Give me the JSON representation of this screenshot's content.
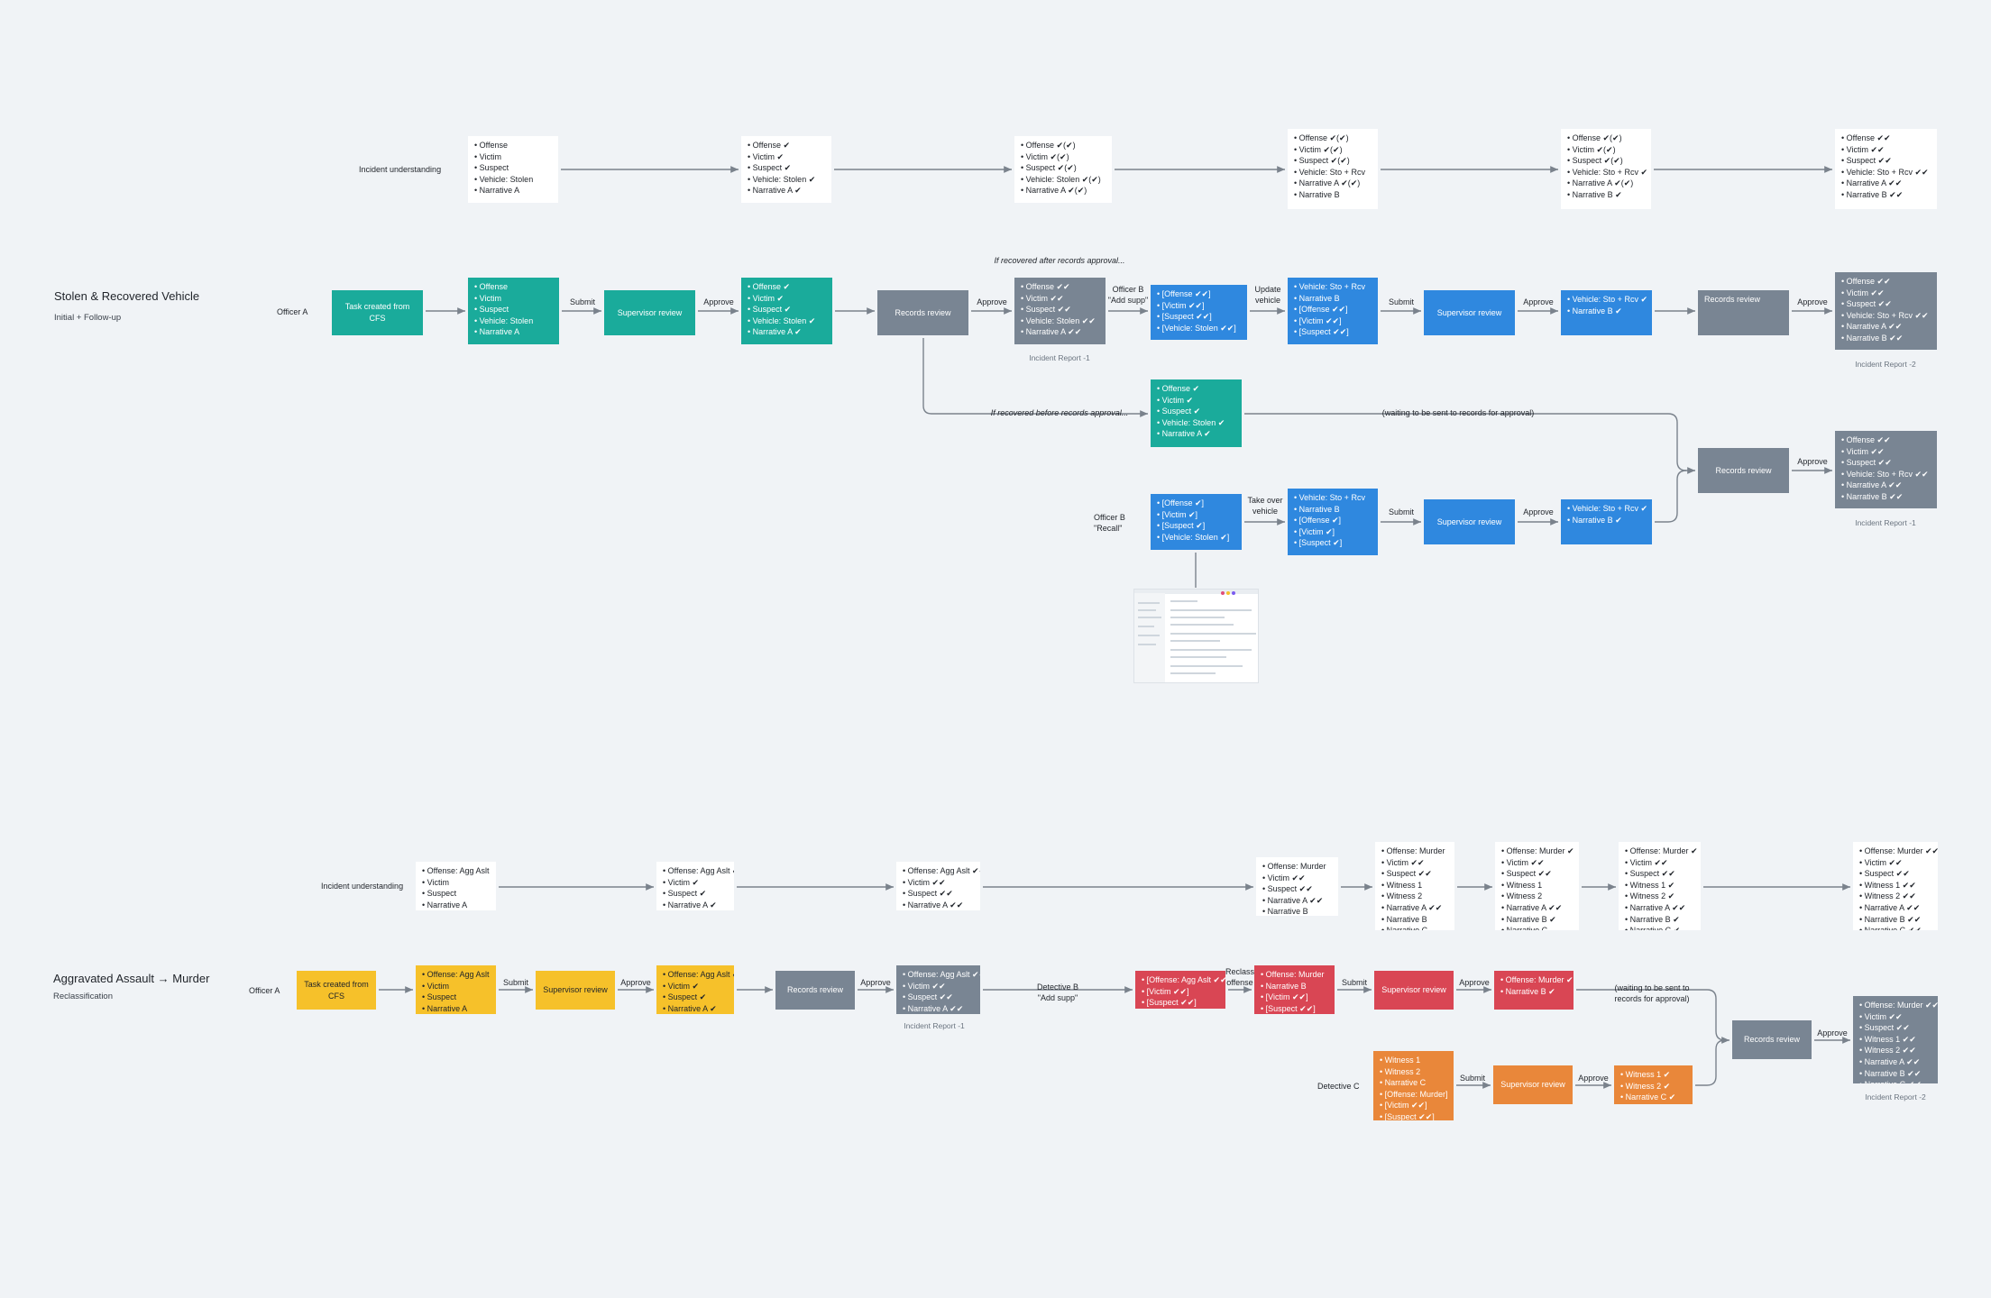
{
  "section1": {
    "title": "Stolen & Recovered Vehicle",
    "subtitle": "Initial + Follow-up",
    "lane_incident": "Incident understanding",
    "lane_officer_a": "Officer A",
    "lane_officer_b_recall": "Officer B\n\"Recall\"",
    "understanding": [
      [
        "• Offense",
        "• Victim",
        "• Suspect",
        "• Vehicle: Stolen",
        "• Narrative A"
      ],
      [
        "• Offense ✔",
        "• Victim ✔",
        "• Suspect ✔",
        "• Vehicle: Stolen ✔",
        "• Narrative A ✔"
      ],
      [
        "• Offense ✔(✔)",
        "• Victim ✔(✔)",
        "• Suspect ✔(✔)",
        "• Vehicle: Stolen ✔(✔)",
        "• Narrative A ✔(✔)"
      ],
      [
        "• Offense ✔(✔)",
        "• Victim ✔(✔)",
        "• Suspect ✔(✔)",
        "• Vehicle: Sto + Rcv",
        "• Narrative A ✔(✔)",
        "• Narrative B"
      ],
      [
        "• Offense ✔(✔)",
        "• Victim ✔(✔)",
        "• Suspect ✔(✔)",
        "• Vehicle: Sto + Rcv ✔",
        "• Narrative A ✔(✔)",
        "• Narrative B ✔"
      ],
      [
        "• Offense ✔✔",
        "• Victim ✔✔",
        "• Suspect ✔✔",
        "• Vehicle: Sto + Rcv ✔✔",
        "• Narrative A ✔✔",
        "• Narrative B ✔✔"
      ]
    ],
    "task_created": "Task created from CFS",
    "draft": [
      "• Offense",
      "• Victim",
      "• Suspect",
      "• Vehicle: Stolen",
      "• Narrative A"
    ],
    "supervisor_review": "Supervisor review",
    "approved": [
      "• Offense ✔",
      "• Victim ✔",
      "• Suspect ✔",
      "• Vehicle: Stolen ✔",
      "• Narrative A ✔"
    ],
    "records_review": "Records review",
    "report1": [
      "• Offense ✔✔",
      "• Victim ✔✔",
      "• Suspect ✔✔",
      "• Vehicle: Stolen ✔✔",
      "• Narrative A ✔✔"
    ],
    "report1_caption": "Incident Report -1",
    "supp_locked": [
      "• [Offense ✔✔]",
      "• [Victim ✔✔]",
      "• [Suspect ✔✔]",
      "• [Vehicle: Stolen ✔✔]"
    ],
    "supp_update": [
      "• Vehicle: Sto + Rcv",
      "• Narrative B",
      "• [Offense ✔✔]",
      "• [Victim ✔✔]",
      "• [Suspect ✔✔]"
    ],
    "supp_approved": [
      "• Vehicle: Sto + Rcv ✔",
      "• Narrative B ✔"
    ],
    "report2": [
      "• Offense ✔✔",
      "• Victim ✔✔",
      "• Suspect ✔✔",
      "• Vehicle: Sto + Rcv ✔✔",
      "• Narrative A ✔✔",
      "• Narrative B ✔✔"
    ],
    "report2_caption": "Incident Report -2",
    "pending": [
      "• Offense ✔",
      "• Victim ✔",
      "• Suspect ✔",
      "• Vehicle: Stolen ✔",
      "• Narrative A ✔"
    ],
    "recall_locked": [
      "• [Offense ✔]",
      "• [Victim ✔]",
      "• [Suspect ✔]",
      "• [Vehicle: Stolen ✔]"
    ],
    "recall_update": [
      "• Vehicle: Sto + Rcv",
      "• Narrative B",
      "• [Offense ✔]",
      "• [Victim ✔]",
      "• [Suspect ✔]"
    ],
    "recall_approved": [
      "• Vehicle: Sto + Rcv ✔",
      "• Narrative B ✔"
    ],
    "records_review_2": "Records review",
    "report1_alt": [
      "• Offense ✔✔",
      "• Victim ✔✔",
      "• Suspect ✔✔",
      "• Vehicle: Sto + Rcv ✔✔",
      "• Narrative A ✔✔",
      "• Narrative B ✔✔"
    ],
    "report1_alt_caption": "Incident Report -1",
    "edges": {
      "submit": "Submit",
      "approve": "Approve",
      "officer_b_add_supp": "Officer B\n\"Add supp\"",
      "update_vehicle": "Update\nvehicle",
      "take_over_vehicle": "Take over\nvehicle",
      "if_after": "If recovered after records approval...",
      "if_before": "If recovered before records approval...",
      "waiting": "(waiting to be sent to records for approval)"
    }
  },
  "section2": {
    "title": "Aggravated Assault → Murder",
    "subtitle": "Reclassification",
    "lane_incident": "Incident understanding",
    "lane_officer_a": "Officer A",
    "lane_detective_c": "Detective C",
    "understanding": [
      [
        "• Offense: Agg Aslt",
        "• Victim",
        "• Suspect",
        "• Narrative A"
      ],
      [
        "• Offense: Agg Aslt ✔",
        "• Victim ✔",
        "• Suspect ✔",
        "• Narrative A ✔"
      ],
      [
        "• Offense: Agg Aslt ✔✔",
        "• Victim ✔✔",
        "• Suspect ✔✔",
        "• Narrative A ✔✔"
      ],
      [
        "• Offense: Murder",
        "• Victim ✔✔",
        "• Suspect ✔✔",
        "• Narrative A ✔✔",
        "• Narrative B"
      ],
      [
        "• Offense: Murder",
        "• Victim ✔✔",
        "• Suspect ✔✔",
        "• Witness 1",
        "• Witness 2",
        "• Narrative A ✔✔",
        "• Narrative B",
        "• Narrative C"
      ],
      [
        "• Offense: Murder ✔",
        "• Victim ✔✔",
        "• Suspect ✔✔",
        "• Witness 1",
        "• Witness 2",
        "• Narrative A ✔✔",
        "• Narrative B ✔",
        "• Narrative C"
      ],
      [
        "• Offense: Murder ✔",
        "• Victim ✔✔",
        "• Suspect ✔✔",
        "• Witness 1 ✔",
        "• Witness 2 ✔",
        "• Narrative A ✔✔",
        "• Narrative B ✔",
        "• Narrative C ✔"
      ],
      [
        "• Offense: Murder ✔✔",
        "• Victim ✔✔",
        "• Suspect ✔✔",
        "• Witness 1 ✔✔",
        "• Witness 2 ✔✔",
        "• Narrative A ✔✔",
        "• Narrative B ✔✔",
        "• Narrative C ✔✔"
      ]
    ],
    "task_created": "Task created from CFS",
    "draft": [
      "• Offense: Agg Aslt",
      "• Victim",
      "• Suspect",
      "• Narrative A"
    ],
    "supervisor_review": "Supervisor review",
    "approved": [
      "• Offense: Agg Aslt ✔",
      "• Victim ✔",
      "• Suspect ✔",
      "• Narrative A ✔"
    ],
    "records_review": "Records review",
    "report1": [
      "• Offense: Agg Aslt ✔✔",
      "• Victim ✔✔",
      "• Suspect ✔✔",
      "• Narrative A ✔✔"
    ],
    "report1_caption": "Incident Report -1",
    "supp_locked": [
      "• [Offense: Agg Aslt ✔✔]",
      "• [Victim ✔✔]",
      "• [Suspect ✔✔]"
    ],
    "supp_reclass": [
      "• Offense: Murder",
      "• Narrative B",
      "• [Victim ✔✔]",
      "• [Suspect ✔✔]"
    ],
    "supervisor_review_2": "Supervisor review",
    "supp_approved": [
      "• Offense: Murder ✔",
      "• Narrative B ✔"
    ],
    "det_draft": [
      "• Witness 1",
      "• Witness 2",
      "• Narrative C",
      "• [Offense: Murder]",
      "• [Victim ✔✔]",
      "• [Suspect ✔✔]"
    ],
    "supervisor_review_3": "Supervisor review",
    "det_approved": [
      "• Witness 1 ✔",
      "• Witness 2 ✔",
      "• Narrative C ✔"
    ],
    "records_review_2": "Records review",
    "report2": [
      "• Offense: Murder ✔✔",
      "• Victim ✔✔",
      "• Suspect ✔✔",
      "• Witness 1 ✔✔",
      "• Witness 2 ✔✔",
      "• Narrative A ✔✔",
      "• Narrative B ✔✔",
      "• Narrative C ✔✔"
    ],
    "report2_caption": "Incident Report -2",
    "edges": {
      "submit": "Submit",
      "approve": "Approve",
      "detective_b_add_supp": "Detective B\n\"Add supp\"",
      "reclass_offense": "Reclass\noffense",
      "waiting": "(waiting to be sent to\nrecords for approval)"
    }
  },
  "colors": {
    "teal": "#1aab9b",
    "gray": "#798593",
    "blue": "#2f88df",
    "yellow": "#f6c12a",
    "red": "#d94654",
    "orange": "#e9873a",
    "connector": "#7a828c"
  }
}
